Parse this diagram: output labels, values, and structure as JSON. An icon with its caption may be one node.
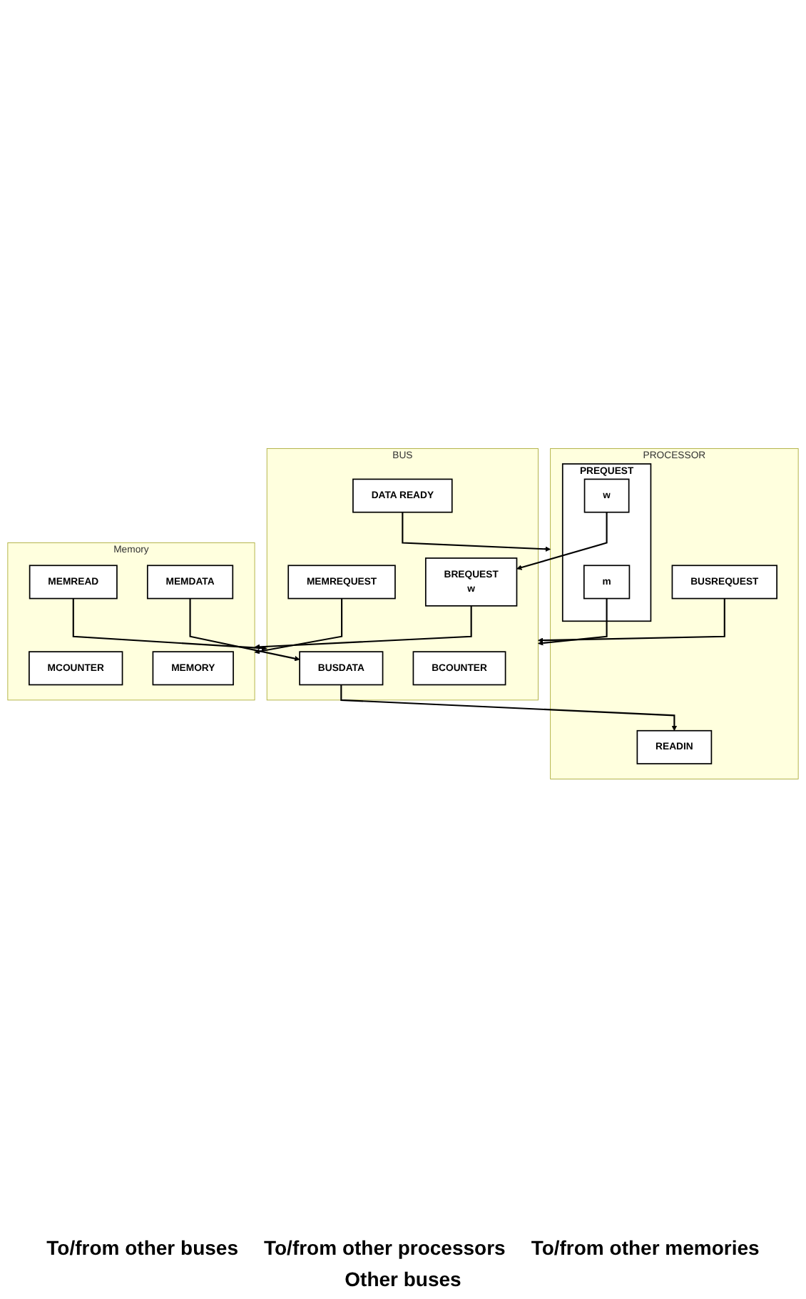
{
  "diagram": {
    "nodes": [
      {
        "text": [
          "PROCESSOR"
        ]
      },
      {
        "text": [
          "BUSREQUEST"
        ],
        "in": 0
      },
      {
        "text": [
          "PREQUEST"
        ],
        "in": 0
      },
      {
        "text": [
          "m"
        ],
        "in": 2
      },
      {
        "text": [
          "w"
        ],
        "in": 2
      },
      {
        "text": [
          "READIN"
        ],
        "in": 0
      },
      {
        "text": [
          "BUS"
        ]
      },
      {
        "text": [
          "BCOUNTER"
        ],
        "in": 6
      },
      {
        "text": [
          "DATA READY"
        ],
        "in": 6
      },
      {
        "text": [
          "BUSDATA"
        ],
        "in": 6
      },
      {
        "text": [
          "MEMREQUEST"
        ],
        "in": 6
      },
      {
        "text": [
          "BREQUEST",
          "w"
        ],
        "in": 6
      },
      {
        "text": [
          "Memory"
        ]
      },
      {
        "text": [
          "MCOUNTER"
        ],
        "in": 12
      },
      {
        "text": [
          "MEMREAD"
        ],
        "in": 12
      },
      {
        "text": [
          "MEMDATA"
        ],
        "in": 12
      },
      {
        "text": [
          "MEMORY"
        ],
        "in": 12
      }
    ],
    "edges": [
      {
        "from": 1,
        "to": 6,
        "arrow": "to"
      },
      {
        "from": 3,
        "to": 6,
        "arrow": "to"
      },
      {
        "from": 8,
        "to": 0,
        "arrow": "to"
      },
      {
        "from": 4,
        "to": 11,
        "arrow": "to"
      },
      {
        "from": 9,
        "to": 5,
        "arrow": "to"
      },
      {
        "from": 10,
        "to": 12,
        "arrow": "to"
      },
      {
        "from": 14,
        "to": 6,
        "arrow": "to"
      },
      {
        "from": 11,
        "to": 12,
        "arrow": "to"
      },
      {
        "from": 15,
        "to": 9,
        "arrow": "to"
      }
    ],
    "labels": [
      "To/from other buses",
      "To/from other processors",
      "To/from other memories",
      "Other buses"
    ]
  }
}
